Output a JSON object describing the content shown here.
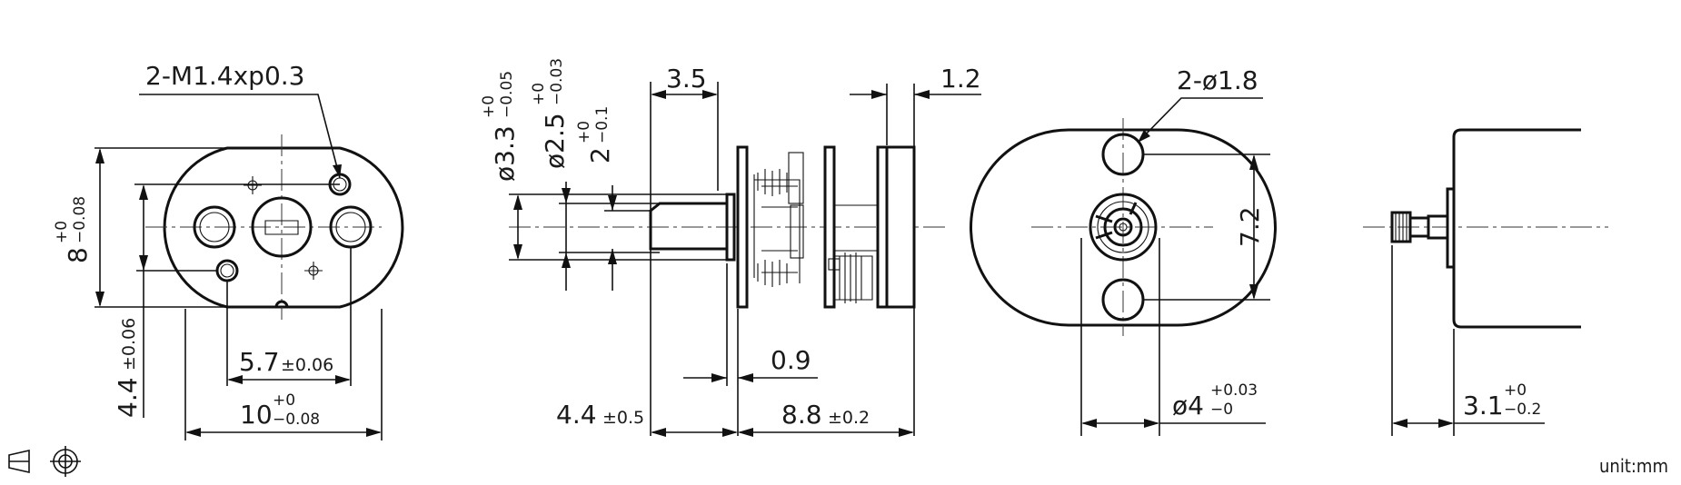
{
  "front_view": {
    "thread_label": "2-M1.4xp0.3",
    "height_base": "8",
    "height_tol_upper": "+0",
    "height_tol_lower": "−0.08",
    "hole_offset": "4.4",
    "hole_offset_tol": "±0.06",
    "hole_spacing": "5.7",
    "hole_spacing_tol": "±0.06",
    "width_base": "10",
    "width_tol_upper": "+0",
    "width_tol_lower": "−0.08"
  },
  "side_view": {
    "shaft_dia": "ø3.3",
    "shaft_dia_tol_upper": "+0",
    "shaft_dia_tol_lower": "−0.05",
    "shaft_dia2": "ø2.5",
    "shaft_dia2_tol_upper": "+0",
    "shaft_dia2_tol_lower": "−0.03",
    "flat": "2",
    "flat_tol_upper": "+0",
    "flat_tol_lower": "−0.1",
    "length_3_5": "3.5",
    "plate_1_2": "1.2",
    "gap_0_9": "0.9",
    "shaft_len": "4.4",
    "shaft_len_tol": "±0.5",
    "body_len": "8.8",
    "body_len_tol": "±0.2"
  },
  "rear_view": {
    "holes_label": "2-ø1.8",
    "hole_spacing": "7.2",
    "bore_dia": "ø4",
    "bore_tol_upper": "+0.03",
    "bore_tol_lower": "−0"
  },
  "motor_view": {
    "offset": "3.1",
    "offset_tol_upper": "+0",
    "offset_tol_lower": "−0.2"
  },
  "unit_label": "unit:mm",
  "projection_symbols": [
    "projection-cone-icon",
    "projection-circle-icon"
  ]
}
